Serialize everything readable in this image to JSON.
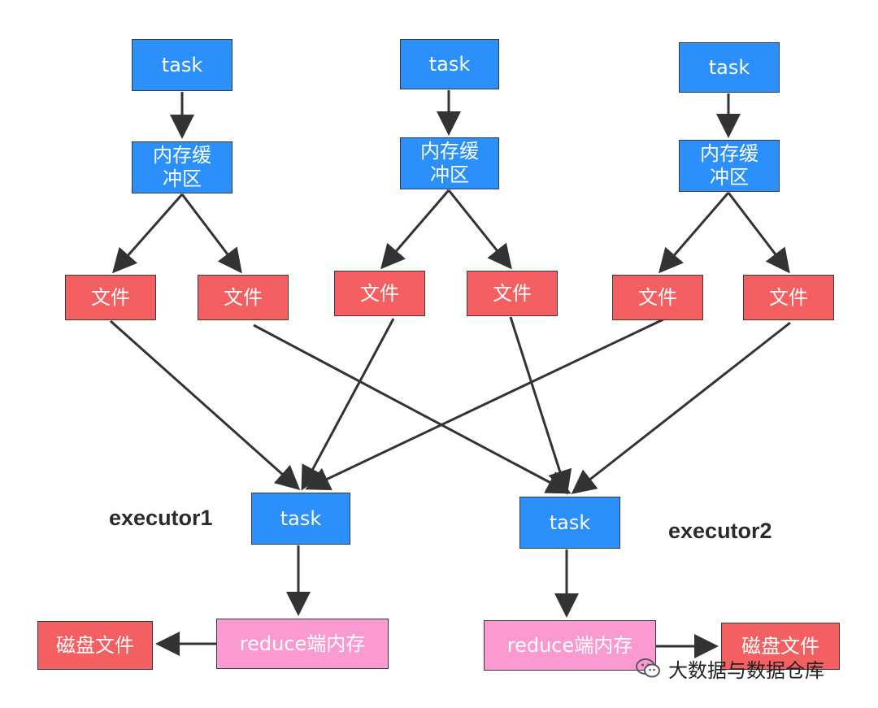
{
  "stages": [
    {
      "task": "task",
      "buffer": "内存缓冲区",
      "files": [
        "文件",
        "文件"
      ]
    },
    {
      "task": "task",
      "buffer": "内存缓冲区",
      "files": [
        "文件",
        "文件"
      ]
    },
    {
      "task": "task",
      "buffer": "内存缓冲区",
      "files": [
        "文件",
        "文件"
      ]
    }
  ],
  "executors": [
    {
      "label": "executor1",
      "task": "task",
      "memory": "reduce端内存",
      "disk": "磁盘文件"
    },
    {
      "label": "executor2",
      "task": "task",
      "memory": "reduce端内存",
      "disk": "磁盘文件"
    }
  ],
  "watermark": {
    "text": "大数据与数据仓库",
    "icon": "wechat-icon"
  },
  "colors": {
    "task": "#2b90fc",
    "file": "#f45f61",
    "memory": "#fb9ad0",
    "arrow": "#333333"
  }
}
